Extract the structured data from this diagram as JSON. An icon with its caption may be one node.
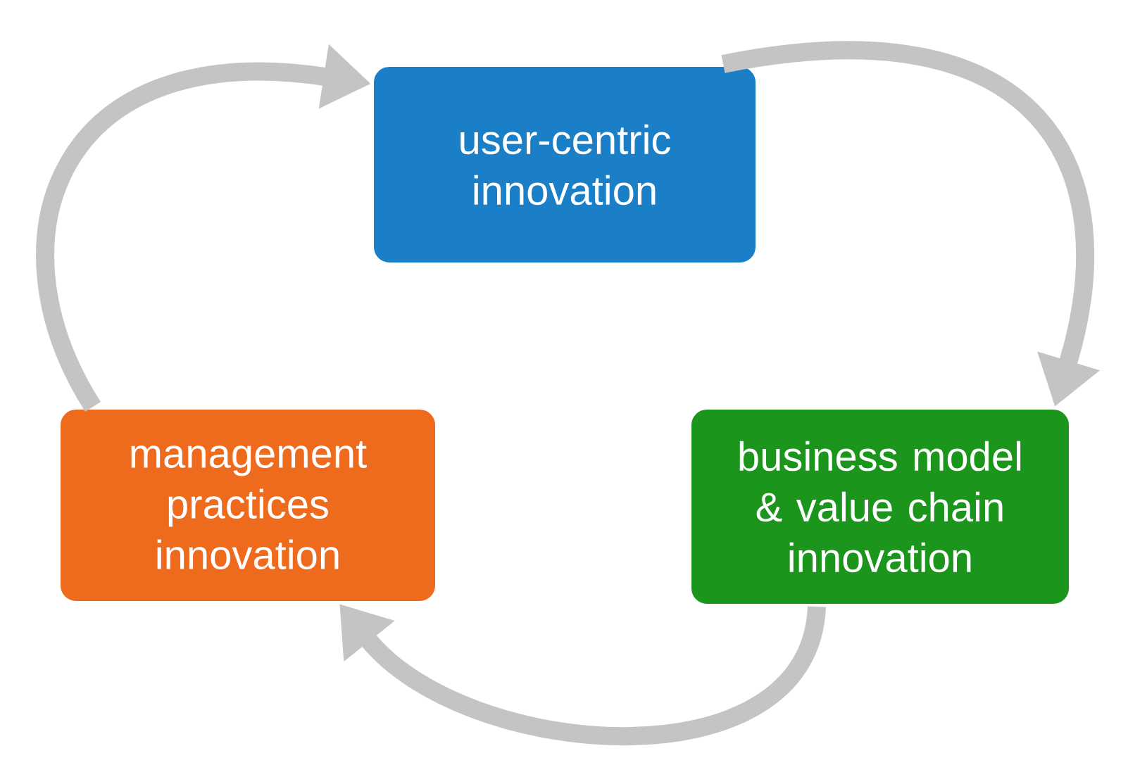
{
  "diagram": {
    "nodes": [
      {
        "text": [
          "user-centric innovation"
        ]
      },
      {
        "text": [
          "business model & value chain innovation"
        ]
      },
      {
        "text": [
          "management practices innovation"
        ]
      }
    ],
    "edges": [
      {
        "from": 0,
        "to": 1,
        "arrow": "to"
      },
      {
        "from": 1,
        "to": 2,
        "arrow": "to"
      },
      {
        "from": 2,
        "to": 0,
        "arrow": "to"
      }
    ]
  }
}
